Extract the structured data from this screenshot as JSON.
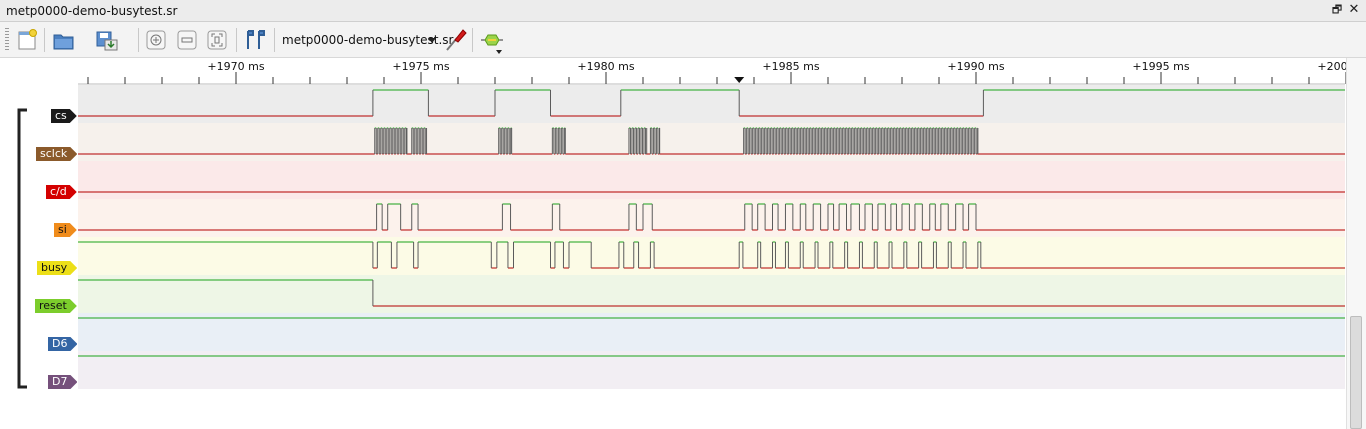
{
  "window": {
    "title": "metp0000-demo-busytest.sr"
  },
  "toolbar": {
    "session_name": "metp0000-demo-busytest.sr"
  },
  "ruler": {
    "labels": [
      {
        "t": 1970,
        "text": "+1970 ms"
      },
      {
        "t": 1975,
        "text": "+1975 ms"
      },
      {
        "t": 1980,
        "text": "+1980 ms"
      },
      {
        "t": 1985,
        "text": "+1985 ms"
      },
      {
        "t": 1990,
        "text": "+1990 ms"
      },
      {
        "t": 1995,
        "text": "+1995 ms"
      },
      {
        "t": 2000,
        "text": "+2000 ms"
      }
    ],
    "cursor_time_ms": 1983.6
  },
  "colors": {
    "high": "#1aa31a",
    "low": "#b30000",
    "ruler_tick": "#333333"
  },
  "channels": [
    {
      "name": "cs",
      "label_color": "#1a1a1a",
      "text_color": "#ffffff",
      "bg": "#ececec",
      "initial": 0,
      "toggles": [
        1973.7,
        1975.2,
        1977.0,
        1978.5,
        1980.4,
        1983.6,
        1990.2
      ]
    },
    {
      "name": "sclck",
      "label_color": "#8b5a2b",
      "text_color": "#ffffff",
      "bg": "#f6f1ec",
      "initial": 0,
      "bursts": [
        [
          1973.75,
          1974.62
        ],
        [
          1974.75,
          1975.15
        ],
        [
          1977.1,
          1977.45
        ],
        [
          1978.55,
          1978.9
        ],
        [
          1980.62,
          1981.1
        ],
        [
          1981.2,
          1981.45
        ],
        [
          1983.72,
          1990.05
        ]
      ]
    },
    {
      "name": "c/d",
      "label_color": "#d40000",
      "text_color": "#ffffff",
      "bg": "#fbe9e9",
      "initial": 0,
      "toggles": []
    },
    {
      "name": "si",
      "label_color": "#f08c1c",
      "text_color": "#111111",
      "bg": "#fcf2ec",
      "initial": 0,
      "toggles": [
        1973.8,
        1973.95,
        1974.1,
        1974.45,
        1974.75,
        1974.92,
        1977.2,
        1977.42,
        1978.55,
        1978.75,
        1980.62,
        1980.82,
        1981.0,
        1981.25,
        1983.75,
        1983.95,
        1984.1,
        1984.3,
        1984.5,
        1984.65,
        1984.85,
        1985.05,
        1985.25,
        1985.4,
        1985.6,
        1985.8,
        1986.0,
        1986.15,
        1986.3,
        1986.5,
        1986.62,
        1986.85,
        1987.0,
        1987.2,
        1987.35,
        1987.55,
        1987.7,
        1987.85,
        1988.0,
        1988.2,
        1988.35,
        1988.55,
        1988.75,
        1988.9,
        1989.05,
        1989.25,
        1989.45,
        1989.65,
        1989.8,
        1990.0
      ]
    },
    {
      "name": "busy",
      "label_color": "#ecdf18",
      "text_color": "#111111",
      "bg": "#fcfbe6",
      "initial": 1,
      "toggles": [
        1973.7,
        1973.82,
        1974.2,
        1974.35,
        1974.8,
        1974.92,
        1976.9,
        1977.05,
        1977.35,
        1977.5,
        1978.5,
        1978.62,
        1978.85,
        1979.0,
        1979.6,
        1980.35,
        1980.48,
        1980.75,
        1980.88,
        1981.2,
        1981.3,
        1983.6,
        1983.7,
        1984.1,
        1984.18,
        1984.5,
        1984.58,
        1984.85,
        1984.93,
        1985.25,
        1985.33,
        1985.65,
        1985.73,
        1986.05,
        1986.13,
        1986.45,
        1986.53,
        1986.85,
        1986.93,
        1987.25,
        1987.33,
        1987.65,
        1987.73,
        1988.05,
        1988.13,
        1988.45,
        1988.53,
        1988.85,
        1988.93,
        1989.25,
        1989.33,
        1989.65,
        1989.73,
        1990.05,
        1990.13
      ]
    },
    {
      "name": "reset",
      "label_color": "#7ccd2c",
      "text_color": "#111111",
      "bg": "#eef6e6",
      "initial": 1,
      "toggles": [
        1973.7
      ]
    },
    {
      "name": "D6",
      "label_color": "#3465a4",
      "text_color": "#ffffff",
      "bg": "#e9eff6",
      "initial": 1,
      "toggles": []
    },
    {
      "name": "D7",
      "label_color": "#75507b",
      "text_color": "#ffffff",
      "bg": "#f2eef3",
      "initial": 1,
      "toggles": []
    }
  ]
}
